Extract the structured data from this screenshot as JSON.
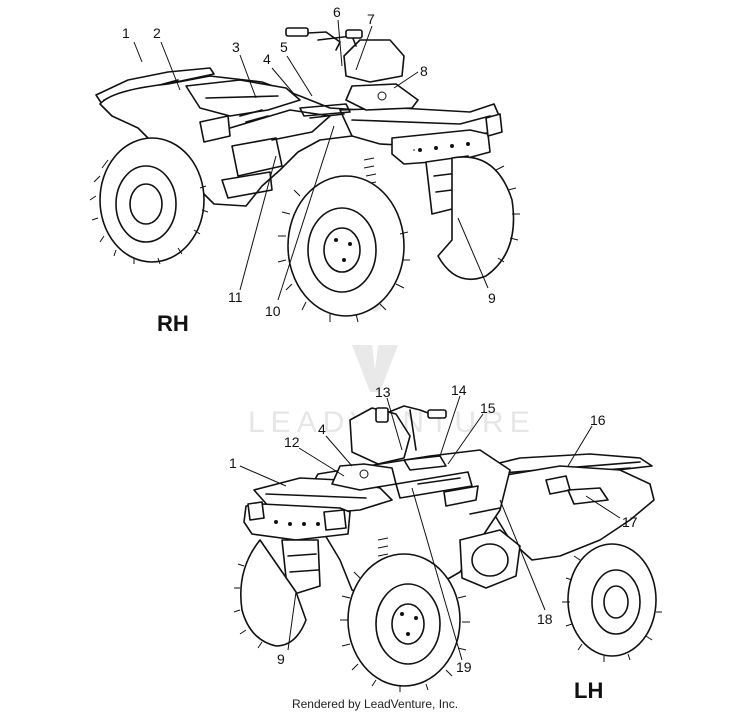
{
  "views": {
    "rh": {
      "label": "RH"
    },
    "lh": {
      "label": "LH"
    }
  },
  "callouts": {
    "rh": [
      "1",
      "2",
      "3",
      "4",
      "5",
      "6",
      "7",
      "8",
      "9",
      "10",
      "11"
    ],
    "lh": [
      "1",
      "4",
      "12",
      "13",
      "14",
      "15",
      "16",
      "17",
      "18",
      "19",
      "9"
    ]
  },
  "watermark": {
    "text": "LEADVENTURE"
  },
  "footer": {
    "text": "Rendered by LeadVenture, Inc."
  }
}
